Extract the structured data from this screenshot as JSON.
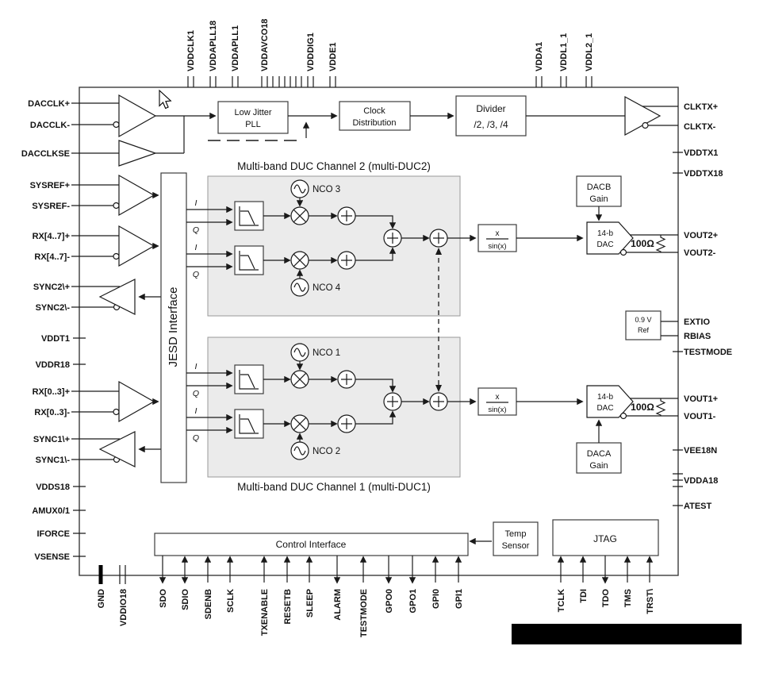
{
  "pins": {
    "top": [
      "VDDCLK1",
      "VDDAPLL18",
      "VDDAPLL1",
      "VDDAVCO18",
      "VDDDIG1",
      "VDDE1",
      "VDDA1",
      "VDDL1_1",
      "VDDL2_1"
    ],
    "left": [
      "DACCLK+",
      "DACCLK-",
      "DACCLKSE",
      "SYSREF+",
      "SYSREF-",
      "RX[4..7]+",
      "RX[4..7]-",
      "SYNC2\\+",
      "SYNC2\\-",
      "VDDT1",
      "VDDR18",
      "RX[0..3]+",
      "RX[0..3]-",
      "SYNC1\\+",
      "SYNC1\\-",
      "VDDS18",
      "AMUX0/1",
      "IFORCE",
      "VSENSE"
    ],
    "right": [
      "CLKTX+",
      "CLKTX-",
      "VDDTX1",
      "VDDTX18",
      "VOUT2+",
      "VOUT2-",
      "EXTIO",
      "RBIAS",
      "TESTMODE",
      "VOUT1+",
      "VOUT1-",
      "VEE18N",
      "VDDA18",
      "ATEST"
    ],
    "bottom": [
      "GND",
      "VDDIO18",
      "SDO",
      "SDIO",
      "SDENB",
      "SCLK",
      "TXENABLE",
      "RESETB",
      "SLEEP",
      "ALARM",
      "TESTMODE",
      "GPO0",
      "GPO1",
      "GPI0",
      "GPI1",
      "TCLK",
      "TDI",
      "TDO",
      "TMS",
      "TRST\\"
    ]
  },
  "blocks": {
    "pll_l1": "Low Jitter",
    "pll_l2": "PLL",
    "cd_l1": "Clock",
    "cd_l2": "Distribution",
    "div_l1": "Divider",
    "div_l2": "/2, /3, /4",
    "jesd": "JESD Interface",
    "duc2_title": "Multi-band DUC Channel 2 (multi-DUC2)",
    "duc1_title": "Multi-band DUC Channel 1 (multi-DUC1)",
    "nco3": "NCO 3",
    "nco4": "NCO 4",
    "nco1": "NCO 1",
    "nco2": "NCO 2",
    "sinx_num": "x",
    "sinx_den": "sin(x)",
    "dac_l1": "14-b",
    "dac_l2": "DAC",
    "dacb_l1": "DACB",
    "dacb_l2": "Gain",
    "daca_l1": "DACA",
    "daca_l2": "Gain",
    "ref_l1": "0.9 V",
    "ref_l2": "Ref",
    "control": "Control Interface",
    "temp_l1": "Temp",
    "temp_l2": "Sensor",
    "jtag": "JTAG",
    "r_term": "100Ω",
    "i": "I",
    "q": "Q"
  },
  "colors": {
    "duc_fill": "#ebebeb",
    "line": "#1a1a1a",
    "redaction": "#000000"
  }
}
